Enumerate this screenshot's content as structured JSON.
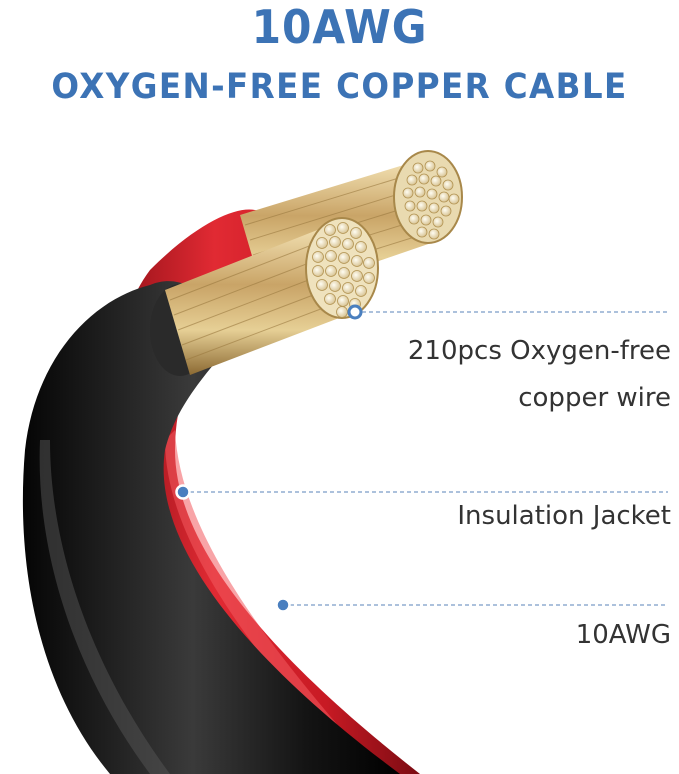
{
  "header": {
    "title": "10AWG",
    "subtitle": "OXYGEN-FREE COPPER CABLE"
  },
  "callouts": {
    "wire_line1": "210pcs Oxygen-free",
    "wire_line2": "copper wire",
    "jacket": "Insulation Jacket",
    "gauge": "10AWG"
  },
  "colors": {
    "accent": "#3c73b5",
    "red_jacket": "#d8202b",
    "black_jacket": "#1b1b1b",
    "copper": "#d2b27a",
    "callout_dot": "#4a7fbf"
  }
}
